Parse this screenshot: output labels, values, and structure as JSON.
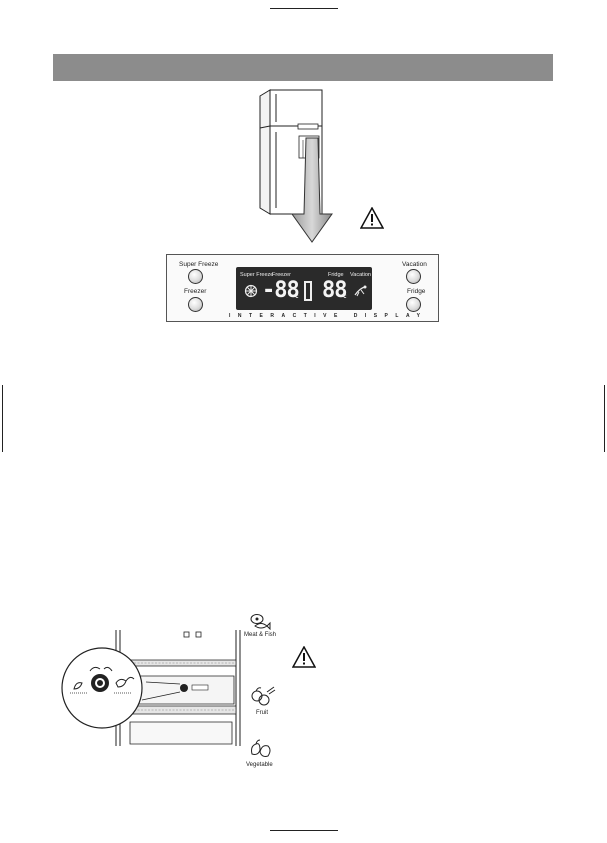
{
  "header": {
    "bar_color": "#8c8c8c"
  },
  "panel": {
    "super_freeze_label": "Super Freeze",
    "freezer_label": "Freezer",
    "vacation_label": "Vacation",
    "fridge_label": "Fridge",
    "display_super_freeze": "Super Freeze",
    "display_freezer": "Freezer",
    "display_fridge": "Fridge",
    "display_vacation": "Vacation",
    "freezer_temp": "-88",
    "fridge_temp": "88",
    "brand_text": "INTERACTIVE DISPLAY"
  },
  "food": {
    "meat_fish": "Meat & Fish",
    "fruit": "Fruit",
    "vegetable": "Vegetable"
  },
  "icons": [
    "warning-icon",
    "fridge-illustration-icon",
    "arrow-down-icon",
    "super-freeze-icon",
    "vacation-icon",
    "meat-fish-icon",
    "fruit-icon",
    "vegetable-icon",
    "drawer-dial-icon"
  ]
}
